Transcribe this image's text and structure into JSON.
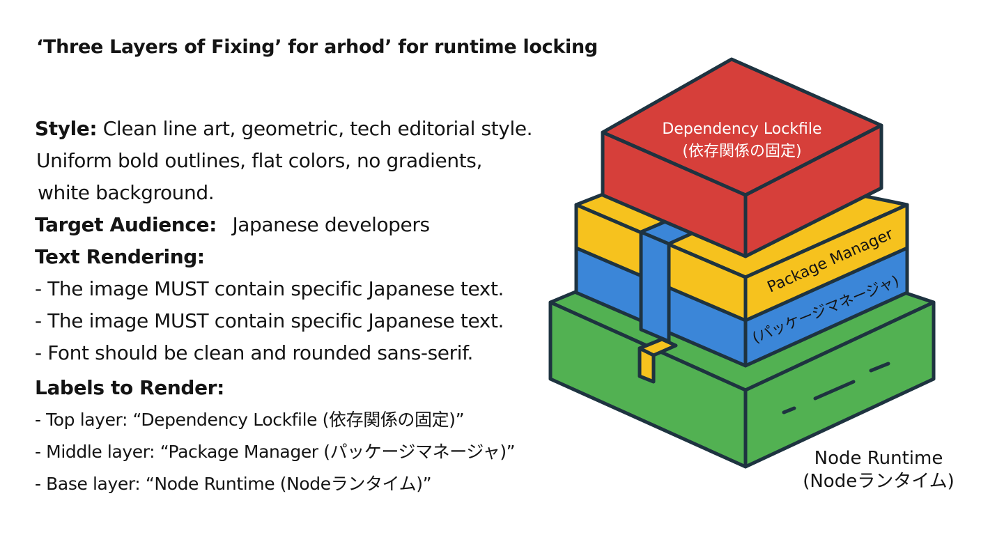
{
  "title": "‘Three Layers of Fixing’ for arhod’ for runtime locking",
  "prompt": {
    "style_key": "Style:",
    "style_line1": "Clean line art,  geometric, tech editorial style.",
    "style_line2": "Uniform bold outlines, flat colors, no gradients,",
    "style_line3": "white background.",
    "audience_key": "Target Audience:",
    "audience_value": "Japanese developers",
    "text_rendering_key": "Text Rendering:",
    "text_rendering_items": [
      "- The image MUST contain specific Japanese text.",
      "- The image MUST contain specific Japanese text.",
      "- Font should be clean and rounded sans-serif."
    ],
    "labels_key": "Labels to Render:",
    "labels_items": [
      "- Top layer: “Dependency Lockfile (依存関係の固定)”",
      "- Middle layer: “Package Manager (パッケージマネージャ)”",
      "- Base layer: “Node Runtime (Nodeランタイム)”"
    ]
  },
  "diagram": {
    "top_layer": {
      "label_en": "Dependency Lockfile",
      "label_jp": "(依存関係の固定)",
      "color": "#D63F3A"
    },
    "middle_layer": {
      "label_en": "Package Manager",
      "label_jp": "(パッケージマネージャ)",
      "color_top": "#F6C21E",
      "color_bottom": "#3B86D8"
    },
    "base_layer": {
      "label_en": "Node Runtime",
      "label_jp": "(Nodeランタイム)",
      "color": "#52B152"
    },
    "outline_color": "#1E3340"
  }
}
